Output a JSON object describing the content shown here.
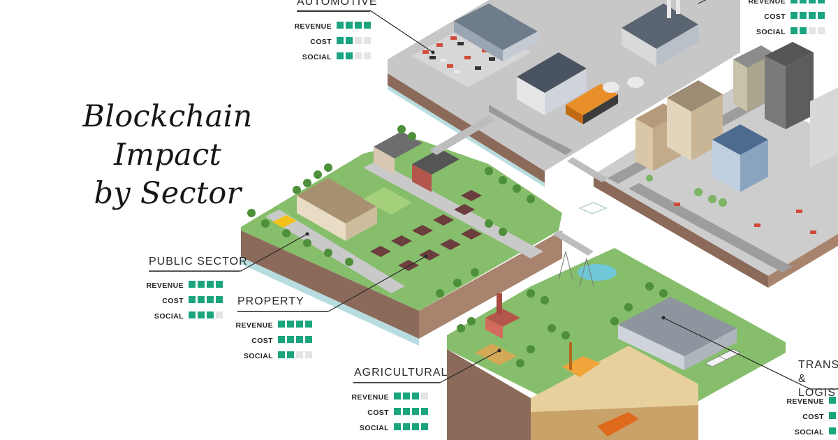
{
  "title": {
    "line1": "Blockchain Impact",
    "line2": "by Sector"
  },
  "colors": {
    "accent": "#1aa57f",
    "inactive": "#e4e4e4",
    "grass": "#7bb564",
    "road": "#c9c9c9",
    "soil": "#8b6a5a",
    "dirt": "#e9cf9e"
  },
  "sectors": [
    {
      "id": "automotive",
      "name": "AUTOMOTIVE",
      "metrics": [
        {
          "label": "REVENUE",
          "score": 4
        },
        {
          "label": "COST",
          "score": 2
        },
        {
          "label": "SOCIAL",
          "score": 2
        }
      ]
    },
    {
      "id": "industrial",
      "name": "",
      "metrics": [
        {
          "label": "REVENUE",
          "score": 4
        },
        {
          "label": "COST",
          "score": 4
        },
        {
          "label": "SOCIAL",
          "score": 2
        }
      ]
    },
    {
      "id": "public-sector",
      "name": "PUBLIC SECTOR",
      "metrics": [
        {
          "label": "REVENUE",
          "score": 4
        },
        {
          "label": "COST",
          "score": 4
        },
        {
          "label": "SOCIAL",
          "score": 3
        }
      ]
    },
    {
      "id": "property",
      "name": "PROPERTY",
      "metrics": [
        {
          "label": "REVENUE",
          "score": 4
        },
        {
          "label": "COST",
          "score": 4
        },
        {
          "label": "SOCIAL",
          "score": 2
        }
      ]
    },
    {
      "id": "agricultural",
      "name": "AGRICULTURAL",
      "metrics": [
        {
          "label": "REVENUE",
          "score": 3
        },
        {
          "label": "COST",
          "score": 4
        },
        {
          "label": "SOCIAL",
          "score": 4
        }
      ]
    },
    {
      "id": "transportation",
      "name": "TRANSPORTATION & LOGISTICS",
      "metrics": [
        {
          "label": "REVENUE",
          "score": 1
        },
        {
          "label": "COST",
          "score": 1
        },
        {
          "label": "SOCIAL",
          "score": 1
        }
      ]
    }
  ]
}
